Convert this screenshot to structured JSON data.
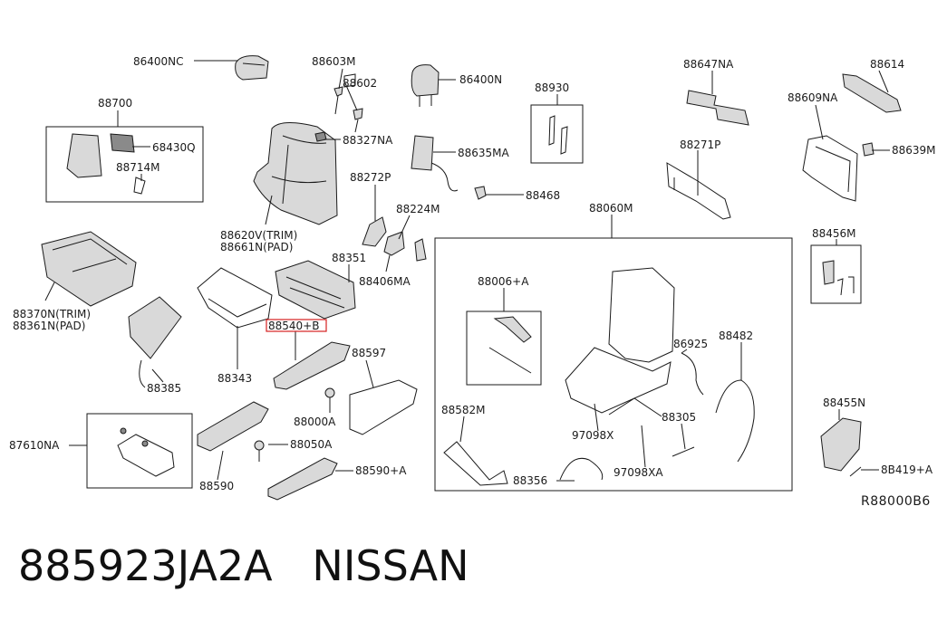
{
  "labels": {
    "l86400NC": "86400NC",
    "l88603M": "88603M",
    "l88602": "88602",
    "l86400N": "86400N",
    "l88930": "88930",
    "l88647NA": "88647NA",
    "l88614": "88614",
    "l88700": "88700",
    "l68430Q": "68430Q",
    "l88714M": "88714M",
    "l88327NA": "88327NA",
    "l88635MA": "88635MA",
    "l88609NA": "88609NA",
    "l88639M": "88639M",
    "l88271P": "88271P",
    "l88468": "88468",
    "l88272P": "88272P",
    "l88224M": "88224M",
    "l88060M": "88060M",
    "l88620V": "88620V(TRIM)",
    "l88661N": "88661N(PAD)",
    "l88351": "88351",
    "l88456M": "88456M",
    "l88370N": "88370N(TRIM)",
    "l88361N": "88361N(PAD)",
    "l88406MA": "88406MA",
    "l88006A": "88006+A",
    "l88540B": "88540+B",
    "l88925": "86925",
    "l88482": "88482",
    "l88597": "88597",
    "l88343": "88343",
    "l88385": "88385",
    "l88000A": "88000A",
    "l88582M": "88582M",
    "l88305": "88305",
    "l88455N": "88455N",
    "l97098X": "97098X",
    "l87610NA": "87610NA",
    "l88050A": "88050A",
    "l88590A": "88590+A",
    "l88356": "88356",
    "l97098XA": "97098XA",
    "l88419A": "8B419+A",
    "l88590": "88590"
  },
  "diagram_ref": "R88000B6",
  "caption": "885923JA2A   NISSAN",
  "highlight_color": "#d62020"
}
